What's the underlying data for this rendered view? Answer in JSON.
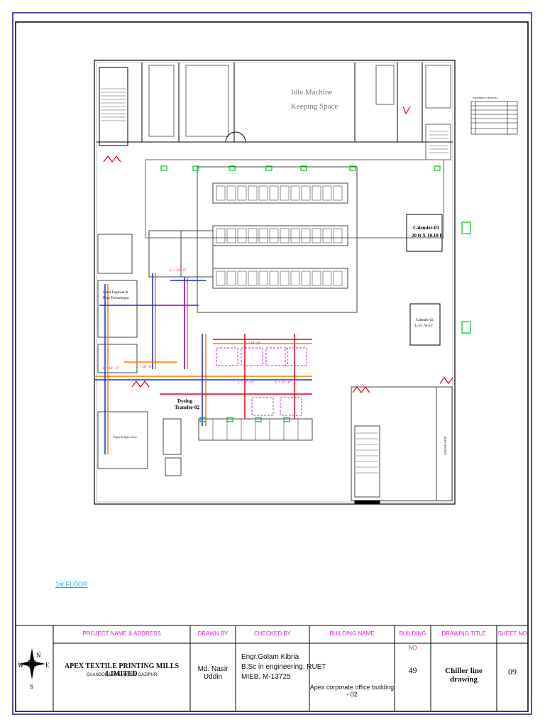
{
  "floor_label": "1st FLOOR",
  "plan": {
    "idle_machine": [
      "Idle Machine",
      "Keeping Space"
    ],
    "calender_03": [
      "Calender-03",
      "20 ft X 10.10 ft"
    ],
    "calender_02": [
      "Calender-02",
      "L-15', W-12'"
    ],
    "dyeing_transfer": [
      "Dyeing",
      "Transfer-02"
    ],
    "color_engineer": [
      "Color Engineer &",
      "Print Technologist"
    ],
    "paper_store": "Paper & Spare Store",
    "sub_station": "SUB-STATION",
    "equipment_schedule": "EQUIPMENT SCHEDULES",
    "dimensions": [
      "L = 10' - 6\"",
      "L = 22' - 6\"",
      "L = 12' - 6\"",
      "L = 20' - 6\"",
      "L = 21' - 6\"",
      "L = 14' - 6\""
    ]
  },
  "title_block": {
    "headers": {
      "project": "PROJECT NAME & ADDRESS",
      "drawn_by": "DRAWN BY",
      "checked_by": "CHECKED BY",
      "building_name": "BUILDING NAME",
      "building_no": "BUILDING NO",
      "drawing_title": "DRAWING TITLE",
      "sheet_no": "SHEET NO"
    },
    "company": "APEX TEXTILE PRINTING MILLS LIMITED",
    "address": "CHANDORA, KALIAKOIR, GAZIPUR",
    "drawn_by": "Md. Nasir Uddin",
    "checked_by": [
      "Engr.Golam Kibria",
      "B.Sc in engineering, RUET",
      "MIEB, M-13725"
    ],
    "building_name": "Apex corporate office building - 02",
    "building_no": "49",
    "drawing_title": "Chiller line drawing",
    "sheet_no": "09"
  },
  "compass": {
    "n": "N",
    "s": "S",
    "e": "E",
    "w": "W"
  },
  "colors": {
    "pipe_blue": "#1a2bd6",
    "pipe_orange": "#ff7a00",
    "pipe_red": "#e0001a",
    "magenta": "#e01ad0",
    "green": "#00c21a",
    "cyan": "#00b4ff"
  }
}
